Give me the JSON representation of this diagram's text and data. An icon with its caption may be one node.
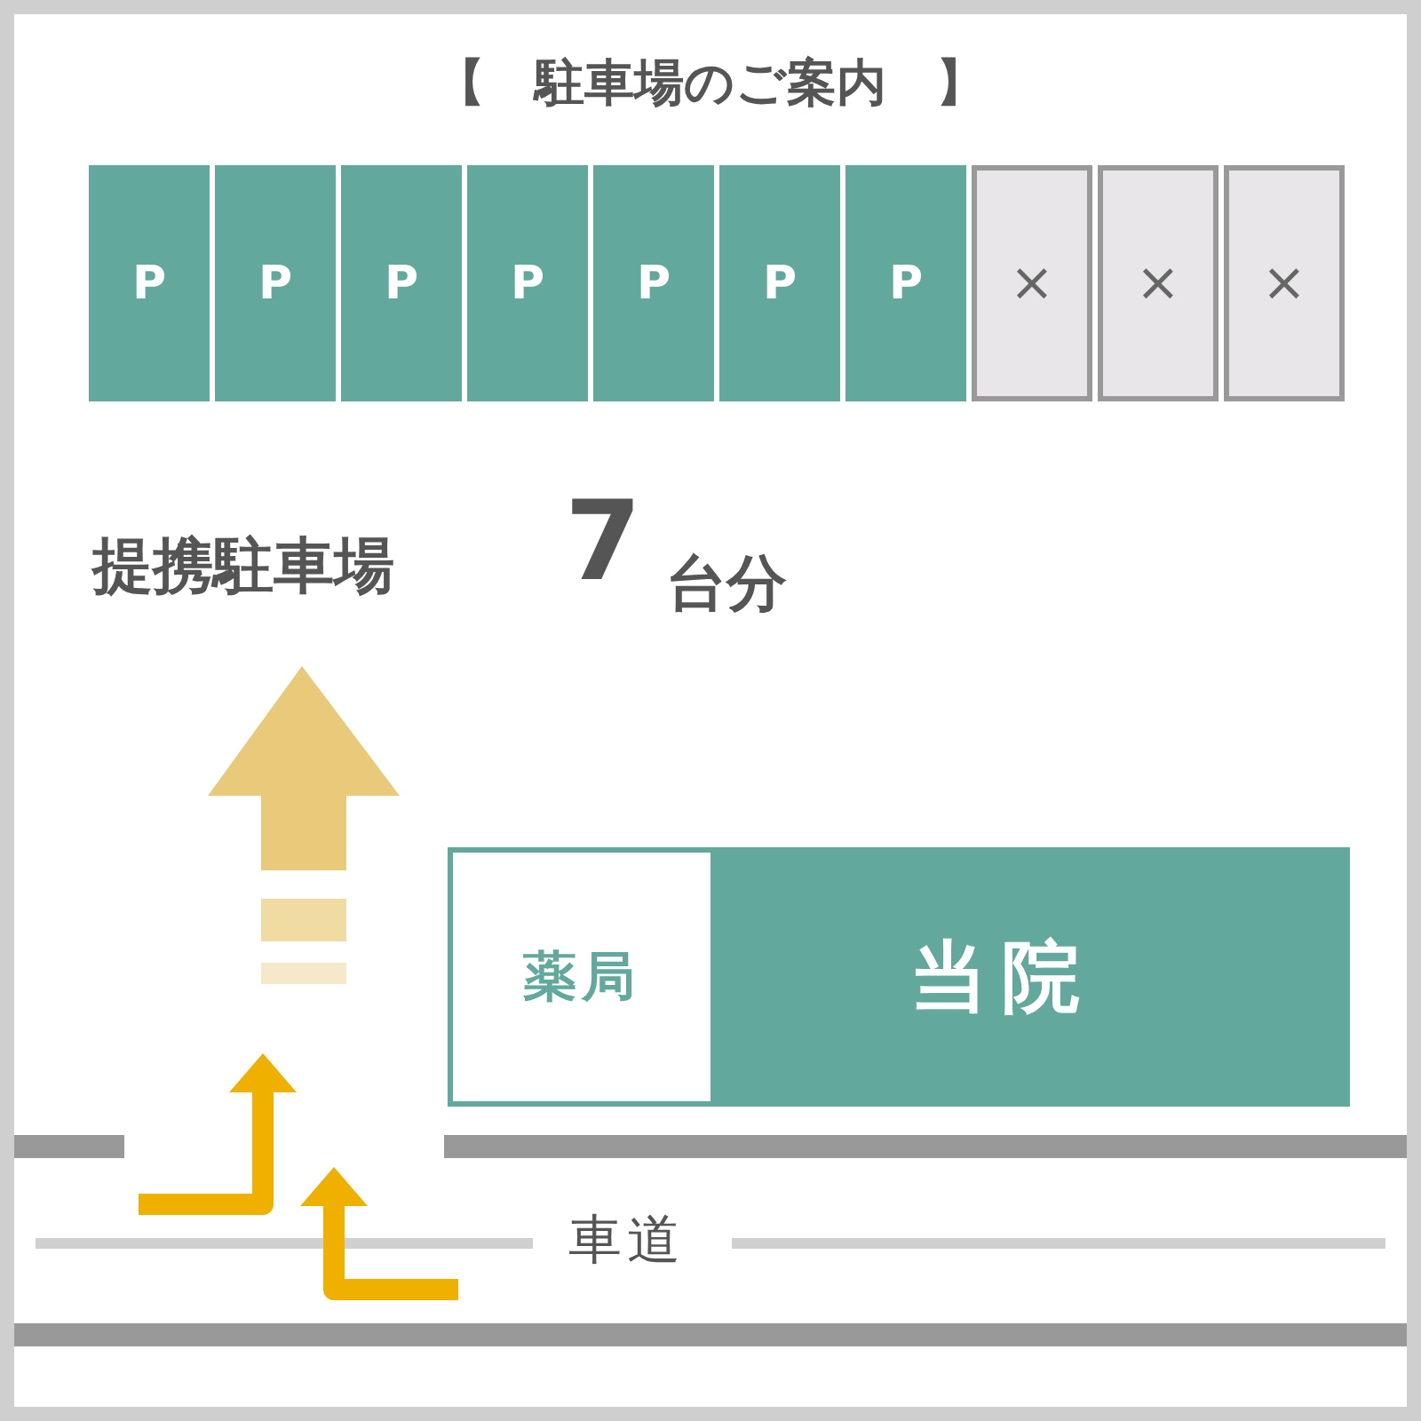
{
  "diagram": {
    "title": "【　駐車場のご案内　】",
    "nodes": [
      {
        "text": [
          "P"
        ]
      },
      {
        "text": [
          "P"
        ]
      },
      {
        "text": [
          "P"
        ]
      },
      {
        "text": [
          "P"
        ]
      },
      {
        "text": [
          "P"
        ]
      },
      {
        "text": [
          "P"
        ]
      },
      {
        "text": [
          "P"
        ]
      },
      {
        "text": [
          "×"
        ]
      },
      {
        "text": [
          "×"
        ]
      },
      {
        "text": [
          "×"
        ]
      },
      {
        "text": [
          "当院"
        ]
      },
      {
        "text": [
          "薬局"
        ],
        "in": 10
      }
    ],
    "labels": [
      "提携駐車場",
      "7",
      "台分",
      "車道"
    ]
  }
}
